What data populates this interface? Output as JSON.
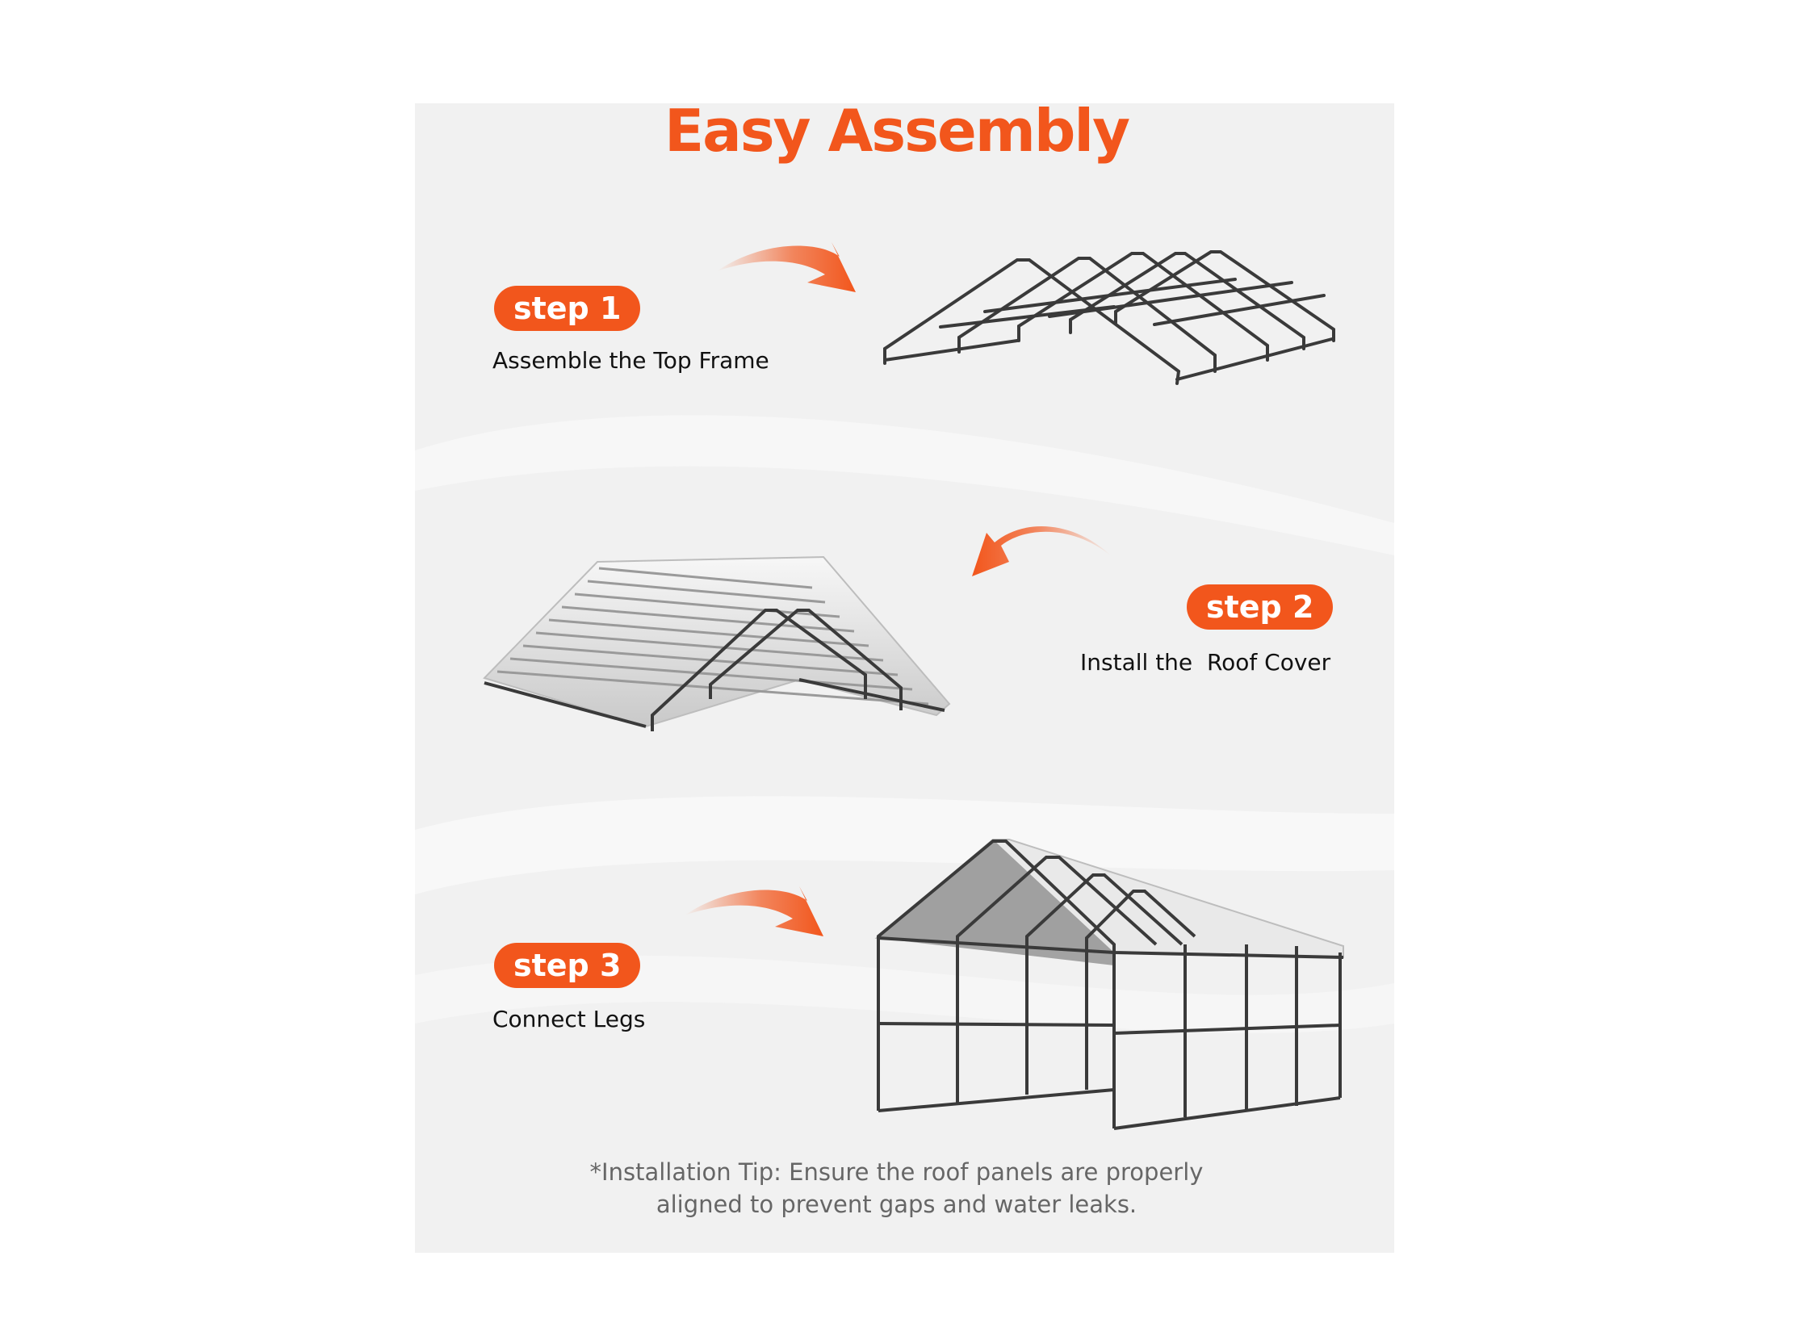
{
  "title": "Easy Assembly",
  "accent_color": "#f2561c",
  "steps": [
    {
      "badge": "step 1",
      "label": "Assemble the Top Frame",
      "arrow_icon": "curved-arrow-right-icon"
    },
    {
      "badge": "step 2",
      "label": "Install the  Roof Cover",
      "arrow_icon": "curved-arrow-left-icon"
    },
    {
      "badge": "step 3",
      "label": "Connect Legs",
      "arrow_icon": "curved-arrow-right-icon"
    }
  ],
  "tip": {
    "line1": "*Installation Tip: Ensure the roof panels are properly",
    "line2": "aligned to prevent gaps and water leaks."
  }
}
